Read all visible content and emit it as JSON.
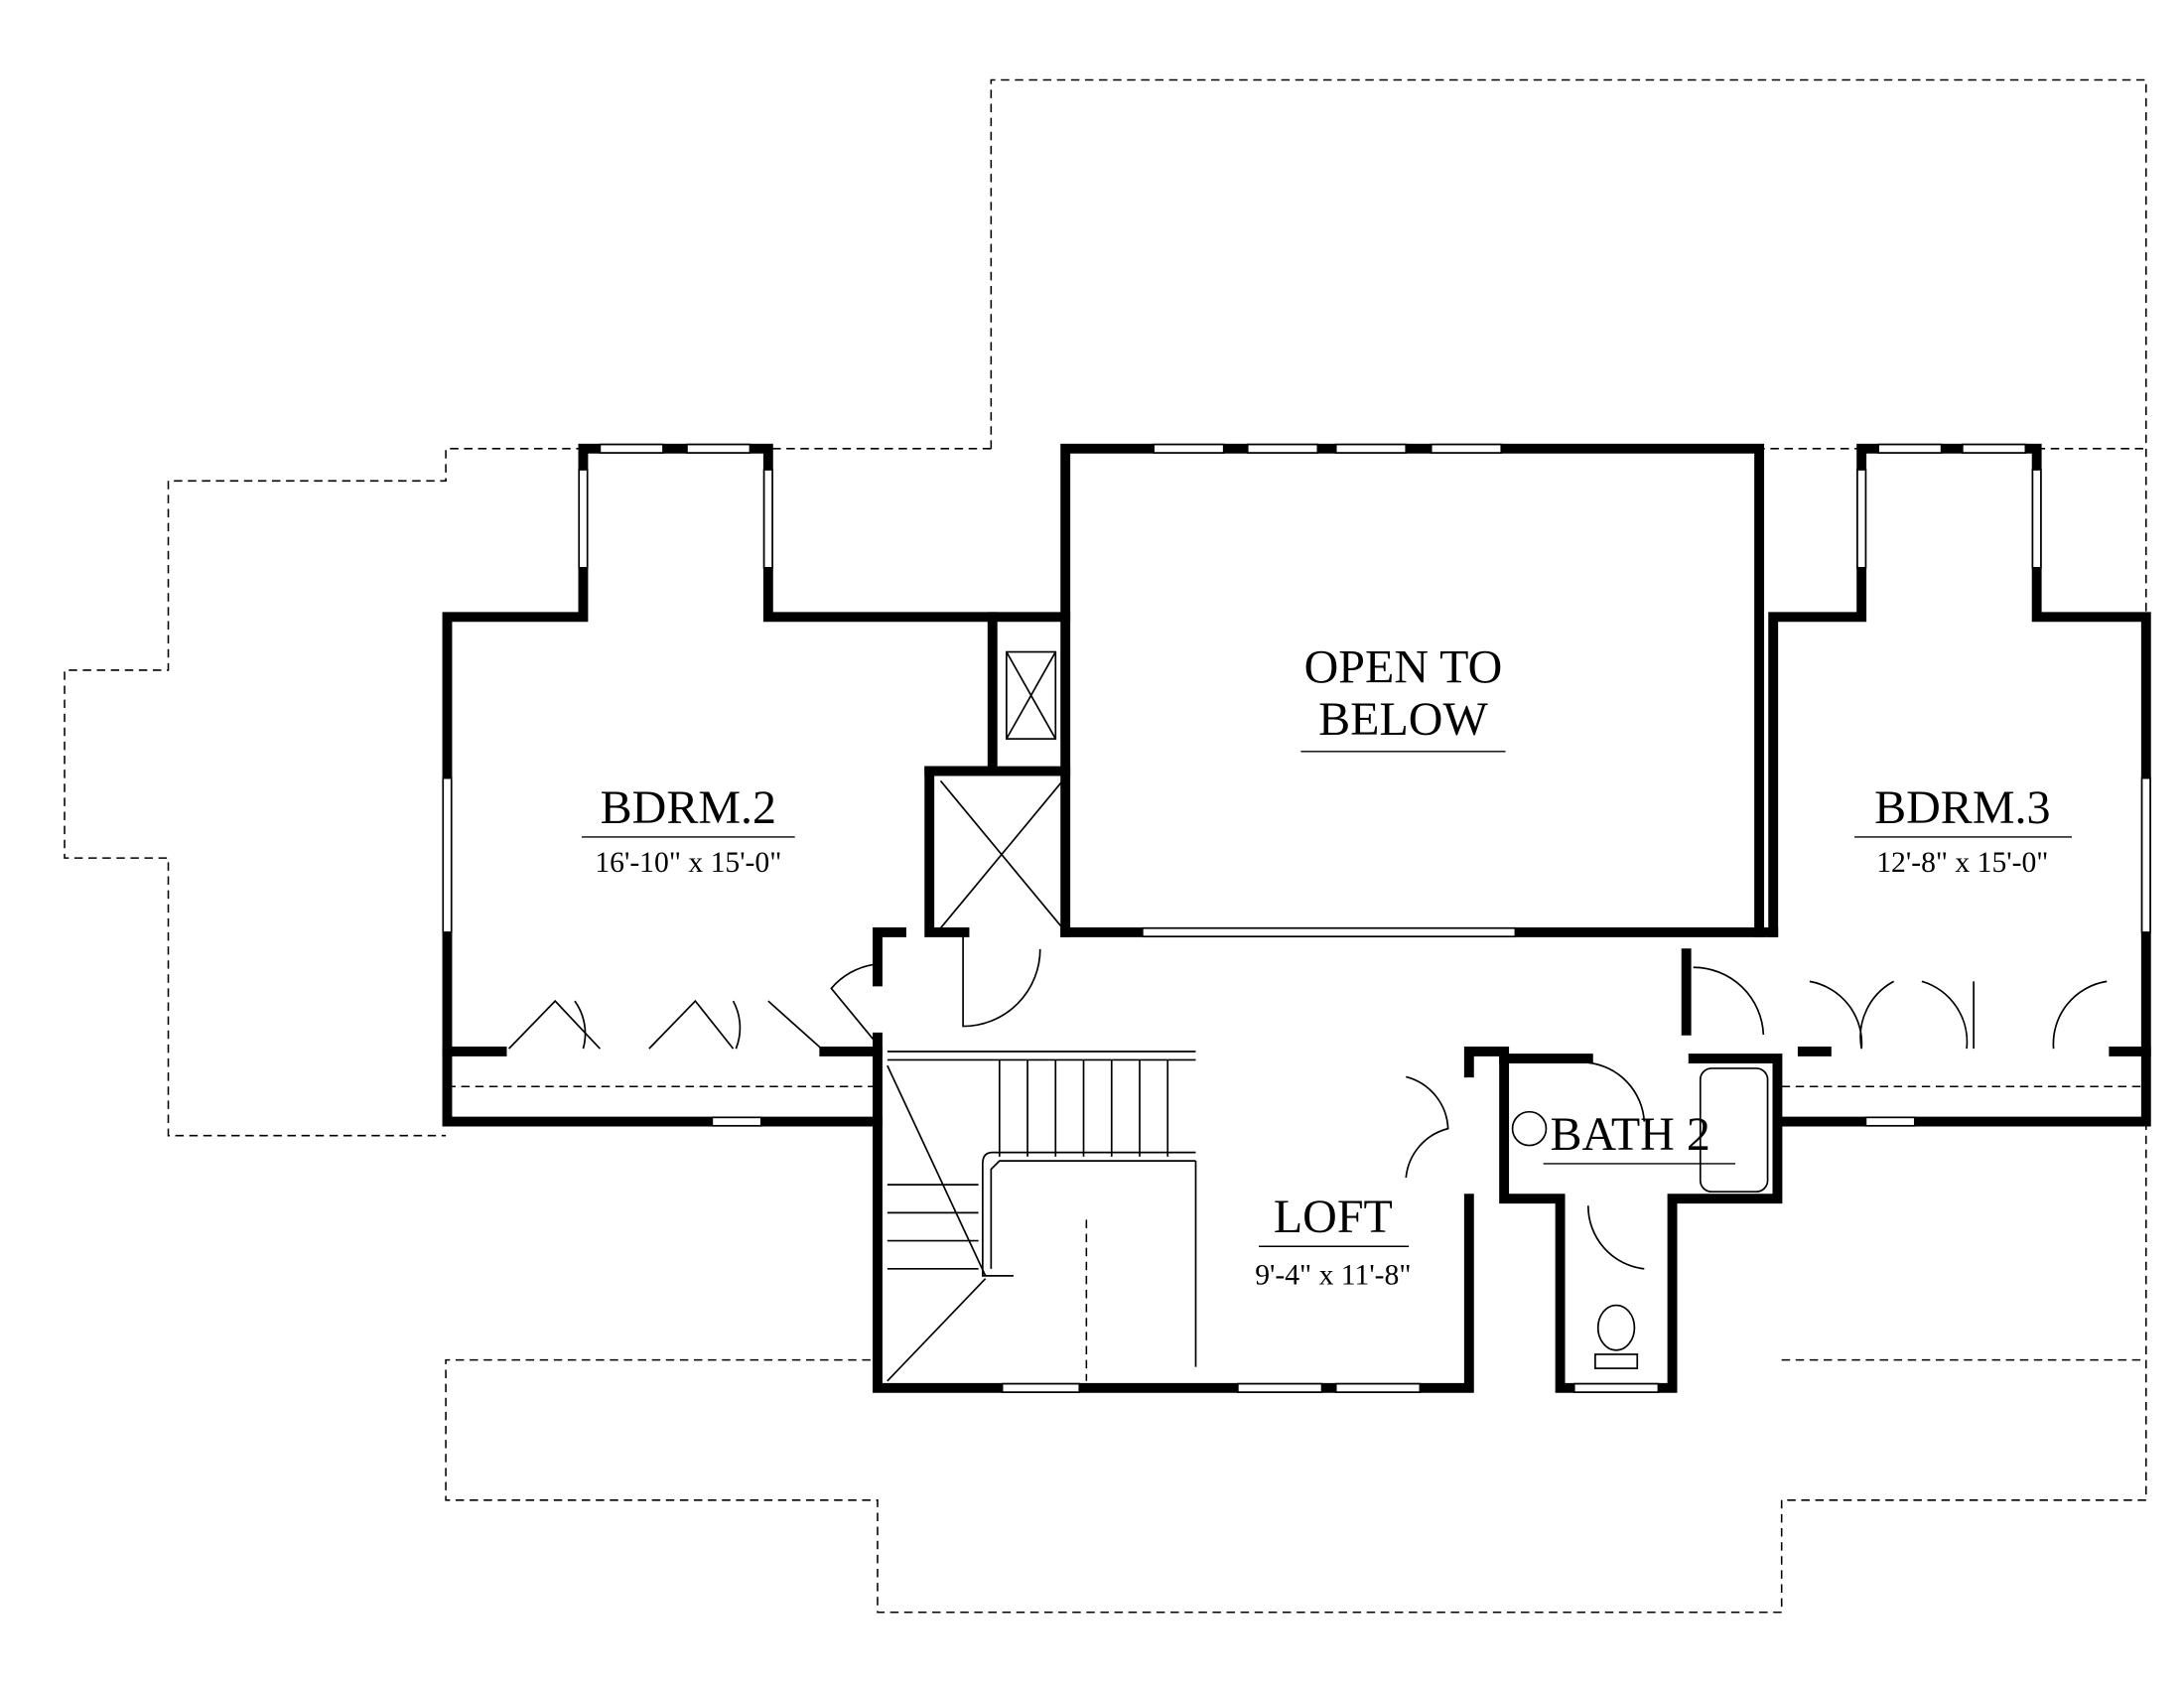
{
  "rooms": {
    "bdrm2": {
      "name": "BDRM.2",
      "size": "16'-10\" x 15'-0\""
    },
    "open": {
      "line1": "OPEN TO",
      "line2": "BELOW"
    },
    "bdrm3": {
      "name": "BDRM.3",
      "size": "12'-8\" x 15'-0\""
    },
    "bath2": {
      "name": "BATH 2"
    },
    "loft": {
      "name": "LOFT",
      "size": "9'-4\" x 11'-8\""
    }
  }
}
